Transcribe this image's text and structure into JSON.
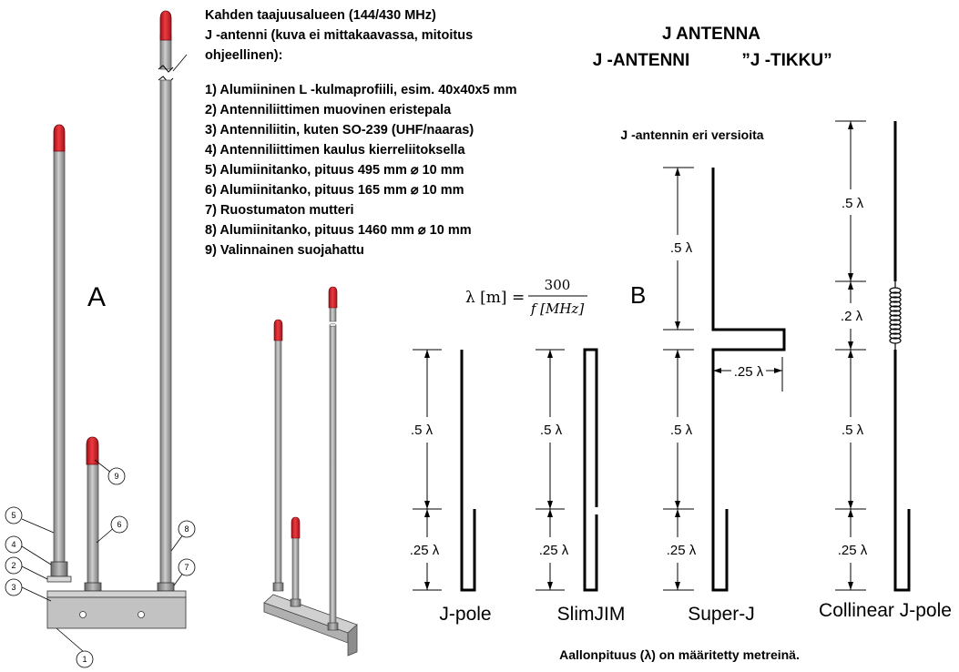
{
  "description": {
    "title_lines": [
      "Kahden taajuusalueen (144/430 MHz)",
      "J -antenni (kuva ei mittakaavassa, mitoitus",
      "ohjeellinen):"
    ],
    "parts": [
      "1) Alumiininen L -kulmaprofiili, esim. 40x40x5 mm",
      "2) Antenniliittimen muovinen eristepala",
      "3) Antenniliitin, kuten SO-239 (UHF/naaras)",
      "4) Antenniliittimen kaulus kierreliitoksella",
      "5) Alumiinitanko, pituus 495 mm ⌀ 10 mm",
      "6) Alumiinitanko, pituus 165 mm ⌀ 10 mm",
      "7) Ruostumaton mutteri",
      "8) Alumiinitanko, pituus 1460 mm ⌀ 10 mm",
      "9) Valinnainen suojahattu"
    ]
  },
  "header": {
    "title": "J ANTENNA",
    "subtitle_left": "J -ANTENNI",
    "subtitle_right": "”J -TIKKU”"
  },
  "versions_label": "J -antennin eri versioita",
  "section_a": "A",
  "section_b": "B",
  "formula": {
    "lhs": "λ [m] =",
    "numerator": "300",
    "denominator": "f [MHz]"
  },
  "callouts": [
    "1",
    "2",
    "3",
    "4",
    "5",
    "6",
    "7",
    "8",
    "9"
  ],
  "dimensions": {
    "half": ".5 λ",
    "quarter": ".25 λ",
    "fifth": ".2 λ"
  },
  "antenna_names": [
    "J-pole",
    "SlimJIM",
    "Super-J",
    "Collinear J-pole"
  ],
  "footer": "Aallonpituus (λ) on määritetty metreinä.",
  "colors": {
    "rod": "#a9a9a9",
    "rod_edge": "#555555",
    "cap": "#d0202a",
    "bracket": "#c4c4c4",
    "line": "#000000"
  }
}
